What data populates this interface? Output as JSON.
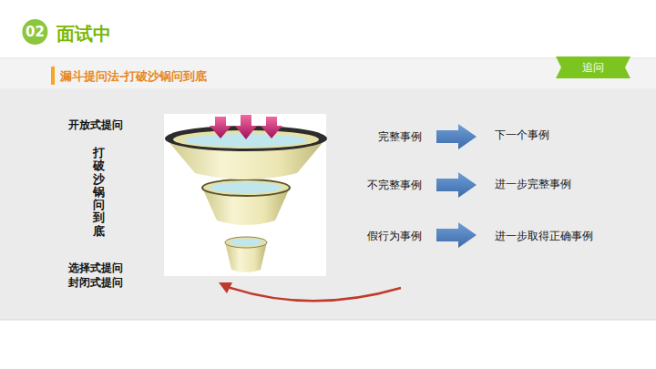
{
  "diagram": {
    "title": "面试中",
    "nodes": [
      {
        "text": [
          "02"
        ]
      },
      {
        "text": [
          "追问"
        ]
      }
    ],
    "labels": [
      "漏斗提问法-打破沙锅问到底",
      "开放式提问",
      "打破沙锅问到底",
      "选择式提问 封闭式提问",
      "完整事例",
      "下一个事例",
      "不完整事例",
      "进一步完整事例",
      "假行为事例",
      "进一步取得正确事例"
    ]
  }
}
